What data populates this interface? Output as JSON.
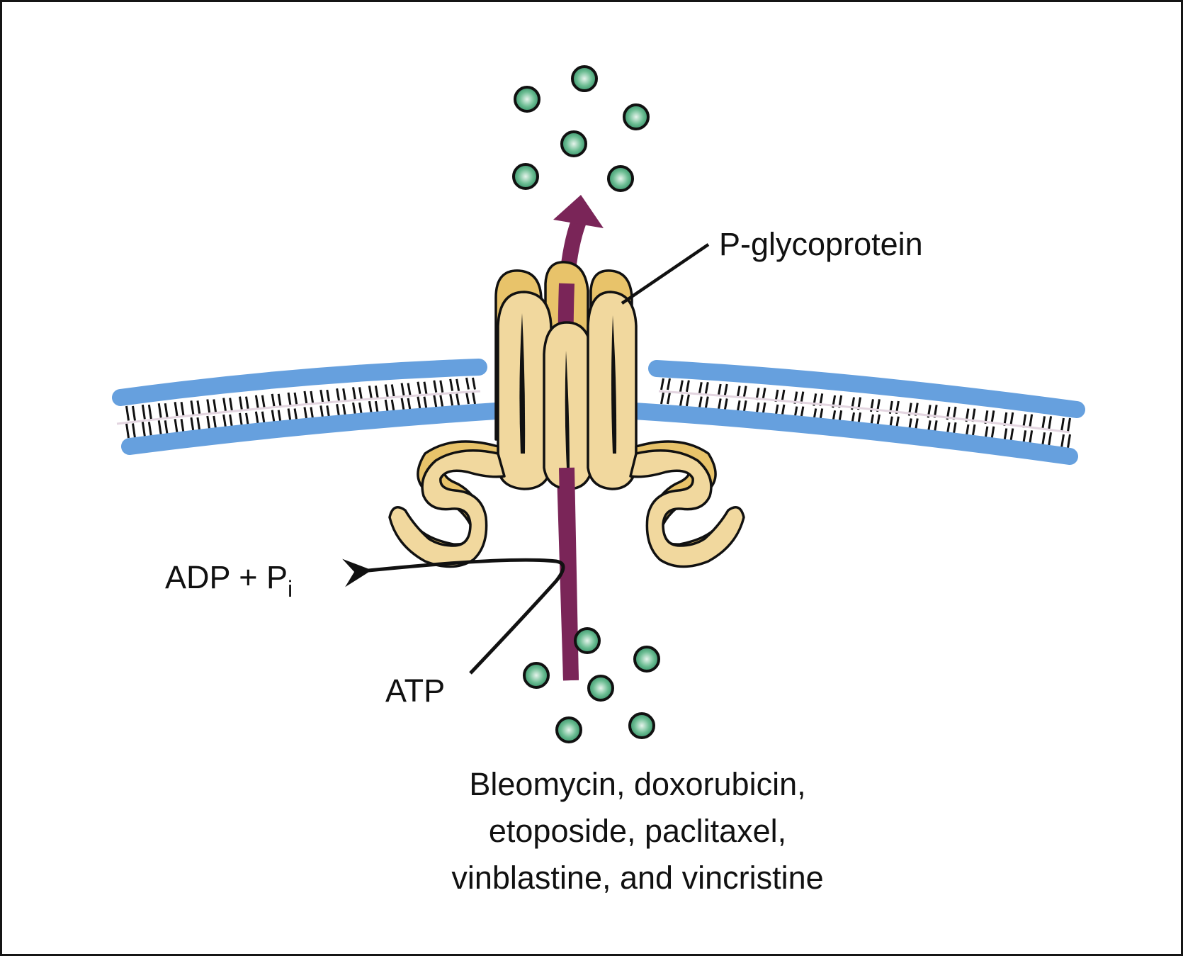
{
  "diagram": {
    "title": "P-glycoprotein drug efflux pump",
    "labels": {
      "protein": "P-glycoprotein",
      "products_main": "ADP + P",
      "products_sub": "i",
      "energy": "ATP",
      "drugs_line1": "Bleomycin, doxorubicin,",
      "drugs_line2": "etoposide, paclitaxel,",
      "drugs_line3": "vinblastine, and vincristine"
    },
    "elements": {
      "membrane": "lipid bilayer (cell membrane)",
      "transporter": "P-glycoprotein transmembrane domains",
      "flow_arrow": "drug efflux direction (inside to outside)",
      "drug_molecules_outside_count": 6,
      "drug_molecules_inside_count": 6
    },
    "colors": {
      "membrane": "#66A0DE",
      "lipid_tails": "#111111",
      "membrane_midline": "#E3D5E0",
      "protein_light": "#F1D89E",
      "protein_dark": "#E8C36A",
      "efflux_arrow": "#7A2558",
      "molecule": "#3E9E74",
      "outline": "#111111"
    }
  }
}
